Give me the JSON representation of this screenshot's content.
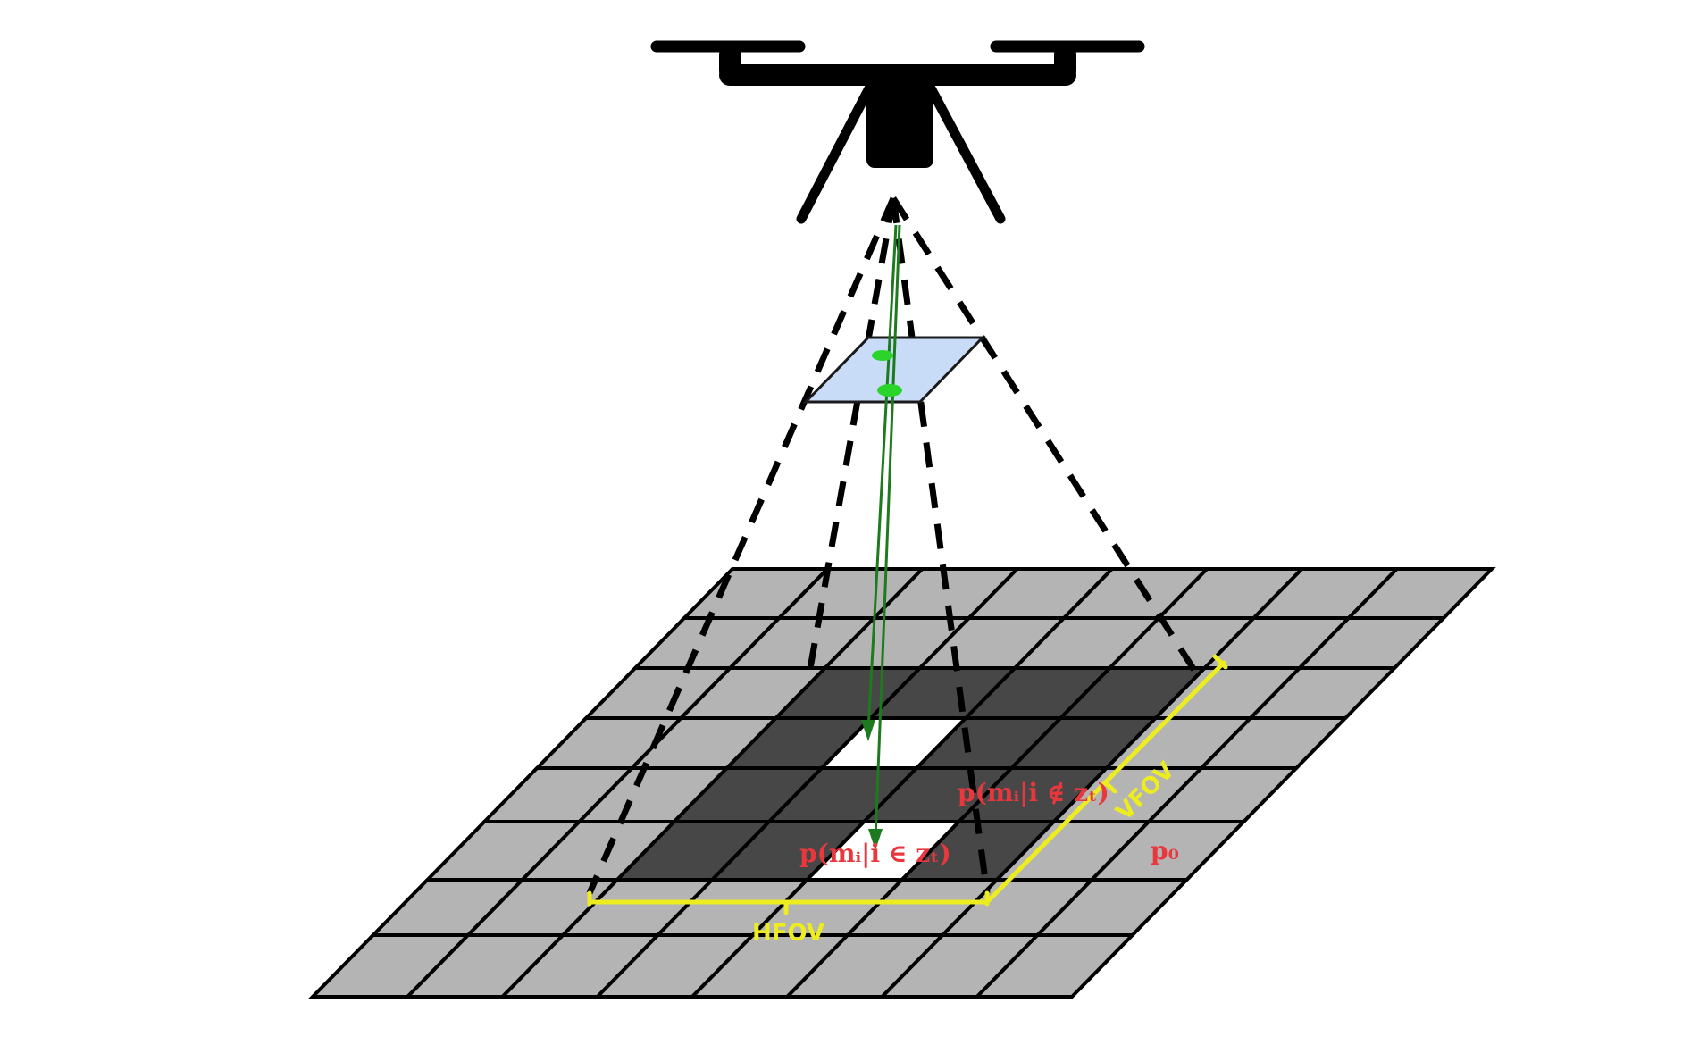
{
  "labels": {
    "hfov": "HFOV",
    "vfov": "VFOV",
    "prob_center": "p(mᵢ|i ∈ zₜ)",
    "prob_right": "p(mᵢ|i ∉ zₜ)",
    "p0": "p₀"
  },
  "colors": {
    "cell_light": "#b4b4b4",
    "cell_dark": "#474747",
    "cell_hit": "#ffffff",
    "grid_line": "#000000",
    "fov_bracket": "#ecec1f",
    "ray": "#1e7a1e",
    "image_plane": "#c8dbf7",
    "prob_text": "#e8383e"
  },
  "icons": {
    "drone": "quadcopter-drone-icon",
    "image_plane": "camera-image-plane",
    "grid": "occupancy-grid"
  }
}
